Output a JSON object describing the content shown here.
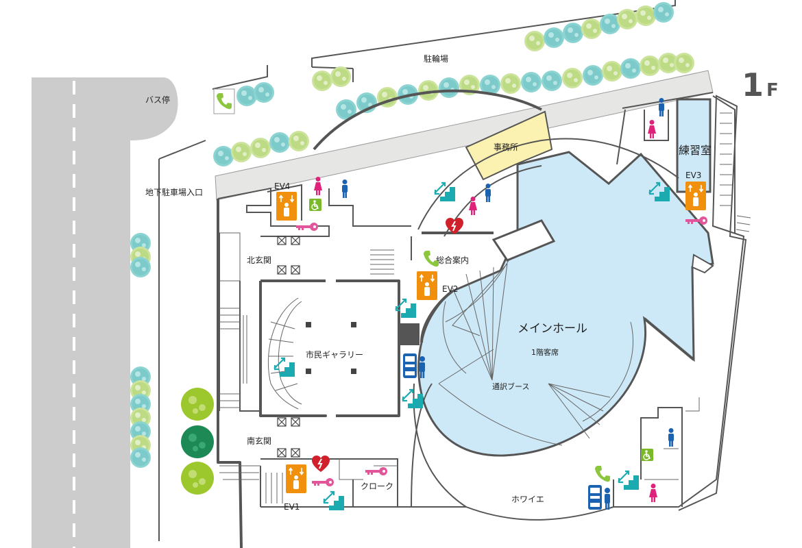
{
  "floor": {
    "number": "1",
    "suffix": "F"
  },
  "labels": {
    "bicycle_parking": "駐輪場",
    "bus_stop": "バス停",
    "underground_parking_entrance": "地下駐車場入口",
    "office": "事務所",
    "practice_room": "練習室",
    "north_entrance": "北玄関",
    "south_entrance": "南玄関",
    "citizen_gallery": "市民ギャラリー",
    "information": "総合案内",
    "main_hall": "メインホール",
    "first_floor_seats": "1階客席",
    "interpretation_booth": "通訳ブース",
    "cloak": "クローク",
    "foyer": "ホワイエ"
  },
  "elevators": [
    "EV1",
    "EV2",
    "EV3",
    "EV4"
  ],
  "icons": {
    "elevator": "elevator-icon",
    "escalator": "escalator-icon",
    "restroom_male": "male-restroom-icon",
    "restroom_female": "female-restroom-icon",
    "accessible": "wheelchair-icon",
    "aed": "aed-heart-icon",
    "key": "locker-key-icon",
    "phone": "phone-icon",
    "vending": "vending-machine-icon",
    "tree": "tree-icon"
  },
  "colors": {
    "hall": "#cde8f6",
    "hall_stroke": "#7fb8d8",
    "office": "#fbf1b0",
    "elevator": "#f0900c",
    "escalator": "#1aaab0",
    "male": "#1b63b0",
    "female": "#e0237a",
    "key": "#e2559a",
    "aed": "#d0202a",
    "accessible": "#7ab929",
    "phone": "#8cc63f",
    "road": "#cccccc",
    "walkway": "#e6e6e4"
  }
}
